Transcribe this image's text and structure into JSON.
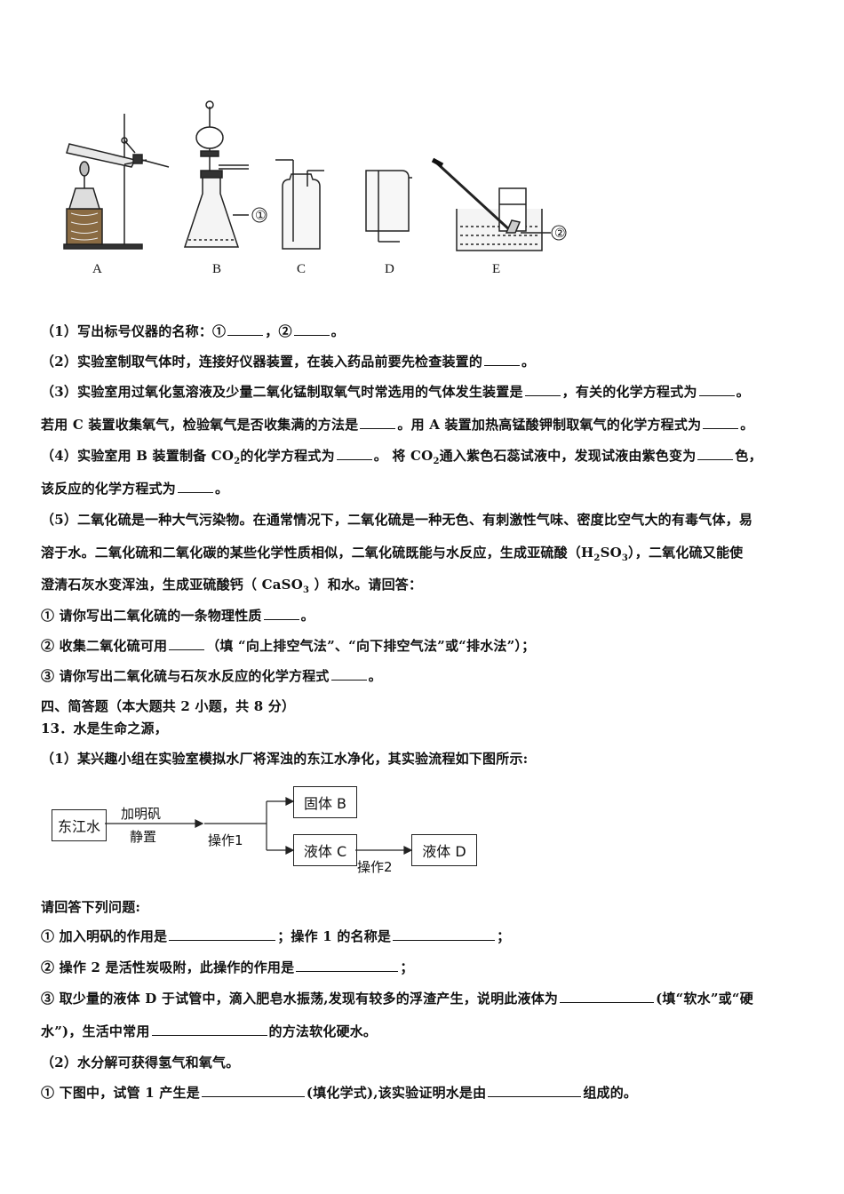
{
  "figure": {
    "labels": [
      "A",
      "B",
      "C",
      "D",
      "E"
    ],
    "markers": [
      "①",
      "②"
    ]
  },
  "q12": {
    "p1": "（1）写出标号仪器的名称：①",
    "p1b": "，②",
    "p1c": "。",
    "p2": "（2）实验室制取气体时，连接好仪器装置，在装入药品前要先检查装置的",
    "p2b": "。",
    "p3": "（3）实验室用过氧化氢溶液及少量二氧化锰制取氧气时常选用的气体发生装置是",
    "p3b": "，有关的化学方程式为",
    "p3c": "。",
    "p3d": "若用 C 装置收集氧气，检验氧气是否收集满的方法是",
    "p3e": "。用 A 装置加热高锰酸钾制取氧气的化学方程式为",
    "p3f": "。",
    "p4a": "（4）实验室用 B 装置制备 CO",
    "p4b": "的化学方程式为",
    "p4c": "。 将 CO",
    "p4d": "通入紫色石蕊试液中，发现试液由紫色变为",
    "p4e": "色，",
    "p4f": "该反应的化学方程式为",
    "p4g": "。",
    "sub2": "2",
    "p5a": "（5）二氧化硫是一种大气污染物。在通常情况下，二氧化硫是一种无色、有刺激性气味、密度比空气大的有毒气体，易",
    "p5b": "溶于水。二氧化硫和二氧化碳的某些化学性质相似，二氧化硫既能与水反应，生成亚硫酸（H",
    "p5b2": "SO",
    "p5b3": "），二氧化硫又能使",
    "sub3": "3",
    "p5c": "澄清石灰水变浑浊，生成亚硫酸钙（ CaSO",
    "p5c2": " ）和水。请回答：",
    "s1": "① 请你写出二氧化硫的一条物理性质",
    "s1b": "。",
    "s2": "② 收集二氧化硫可用",
    "s2b": "（填 “向上排空气法”、“向下排空气法”或“排水法”）；",
    "s3": "③ 请你写出二氧化硫与石灰水反应的化学方程式",
    "s3b": "。"
  },
  "section4": "四、简答题（本大题共 2 小题，共 8 分）",
  "q13": {
    "title": "13．水是生命之源，",
    "p1": "（1）某兴趣小组在实验室模拟水厂将浑浊的东江水净化，其实验流程如下图所示:",
    "flow": {
      "start": "东江水",
      "step1_top": "加明矾",
      "step1_bottom": "静置",
      "op1": "操作1",
      "solid": "固体 B",
      "liquid_c": "液体 C",
      "op2": "操作2",
      "liquid_d": "液体 D"
    },
    "ask": "请回答下列问题:",
    "a1": "① 加入明矾的作用是",
    "a1b": "；操作 1 的名称是",
    "a1c": "；",
    "a2": "② 操作 2 是活性炭吸附，此操作的作用是",
    "a2b": "；",
    "a3": "③ 取少量的液体 D 于试管中，滴入肥皂水振荡,发现有较多的浮渣产生，说明此液体为",
    "a3b": "(填“软水”或“硬",
    "a3c": "水”)，生活中常用",
    "a3d": "的方法软化硬水。",
    "p2": "（2）水分解可获得氢气和氧气。",
    "b1": "① 下图中，试管 1 产生是",
    "b1b": "(填化学式),该实验证明水是由",
    "b1c": "组成的。"
  }
}
